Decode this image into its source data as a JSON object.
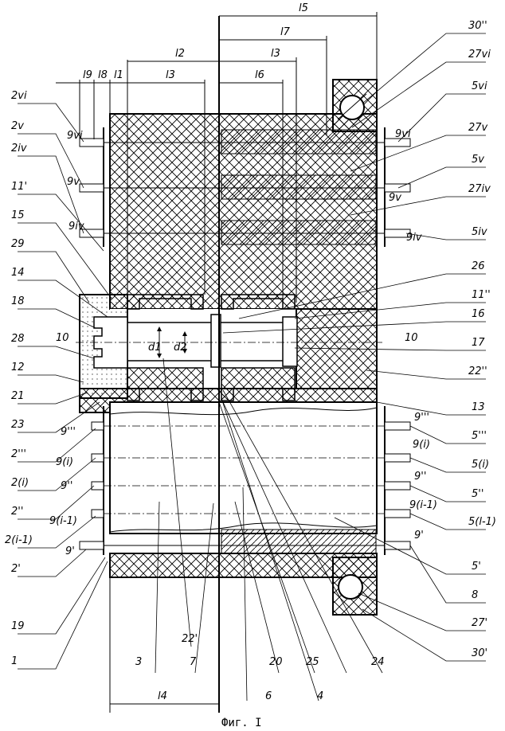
{
  "caption": "Фиг. I",
  "labels": {
    "l5": "l5",
    "l7": "l7",
    "l2": "l2",
    "l3a": "l3",
    "l3b": "l3",
    "l6": "l6",
    "l4": "l4",
    "l9": "l9",
    "l8": "l8",
    "l1": "l1",
    "d1": "d1",
    "d2": "d2",
    "n30b": "30''",
    "n27vi": "27vi",
    "n5vi": "5vi",
    "n27v": "27v",
    "n5v": "5v",
    "n27iv": "27iv",
    "n5iv": "5iv",
    "n26": "26",
    "n11b": "11''",
    "n16": "16",
    "n10r": "10",
    "n17": "17",
    "n22b": "22''",
    "n13": "13",
    "n9iii_r": "9'''",
    "n5iii": "5'''",
    "n9i_r": "9(i)",
    "n5i": "5(i)",
    "n9ii_r": "9''",
    "n5ii": "5''",
    "n9im1_r": "9(i-1)",
    "n5lm1": "5(l-1)",
    "n9p_r": "9'",
    "n5p": "5'",
    "n8": "8",
    "n27p": "27'",
    "n30p": "30'",
    "n2vi": "2vi",
    "n2v": "2v",
    "n2iv": "2iv",
    "n11p": "11'",
    "n15": "15",
    "n29": "29",
    "n14": "14",
    "n18": "18",
    "n28": "28",
    "n10l": "10",
    "n12": "12",
    "n21": "21",
    "n23": "23",
    "n2iii": "2'''",
    "n2i": "2(i)",
    "n2ii": "2''",
    "n2im1": "2(i-1)",
    "n2p": "2'",
    "n19": "19",
    "n1": "1",
    "n9vi": "9vi",
    "n9v": "9v",
    "n9iv": "9iv",
    "n9vi_r": "9vi",
    "n9v_r": "9v",
    "n9iv_r": "9iv",
    "n9iii": "9'''",
    "n9i": "9(i)",
    "n9ii": "9''",
    "n9im1": "9(i-1)",
    "n9p": "9'",
    "n3": "3",
    "n7": "7",
    "n20": "20",
    "n25": "25",
    "n24": "24",
    "n6": "6",
    "n4": "4",
    "n22p": "22'"
  }
}
